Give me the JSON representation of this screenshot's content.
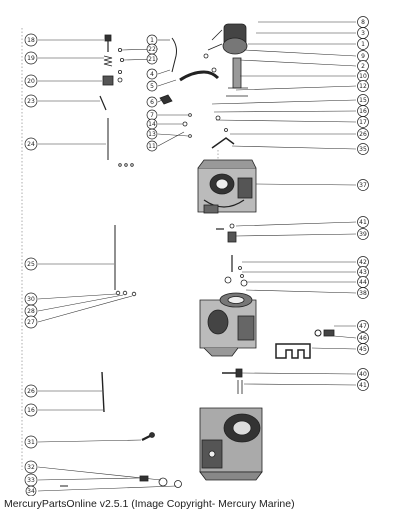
{
  "footer": {
    "text": "MercuryPartsOnline v2.5.1 (Image Copyright- Mercury Marine)"
  },
  "callouts": {
    "left": [
      {
        "label": "18"
      },
      {
        "label": "19"
      },
      {
        "label": "20"
      },
      {
        "label": "23"
      },
      {
        "label": "24"
      },
      {
        "label": "25"
      },
      {
        "label": "30"
      },
      {
        "label": "28"
      },
      {
        "label": "27"
      },
      {
        "label": "26"
      },
      {
        "label": "16"
      },
      {
        "label": "31"
      },
      {
        "label": "32"
      },
      {
        "label": "33"
      },
      {
        "label": "34"
      }
    ],
    "center": [
      {
        "label": "1"
      },
      {
        "label": "22"
      },
      {
        "label": "21"
      },
      {
        "label": "4"
      },
      {
        "label": "5"
      },
      {
        "label": "6"
      },
      {
        "label": "7"
      },
      {
        "label": "14"
      },
      {
        "label": "13"
      },
      {
        "label": "11"
      }
    ],
    "right": [
      {
        "label": "8"
      },
      {
        "label": "3"
      },
      {
        "label": "1"
      },
      {
        "label": "9"
      },
      {
        "label": "2"
      },
      {
        "label": "10"
      },
      {
        "label": "12"
      },
      {
        "label": "15"
      },
      {
        "label": "16"
      },
      {
        "label": "17"
      },
      {
        "label": "26"
      },
      {
        "label": "35"
      },
      {
        "label": "37"
      },
      {
        "label": "41"
      },
      {
        "label": "39"
      },
      {
        "label": "42"
      },
      {
        "label": "43"
      },
      {
        "label": "44"
      },
      {
        "label": "38"
      },
      {
        "label": "47"
      },
      {
        "label": "46"
      },
      {
        "label": "45"
      },
      {
        "label": "40"
      },
      {
        "label": "41"
      }
    ]
  }
}
